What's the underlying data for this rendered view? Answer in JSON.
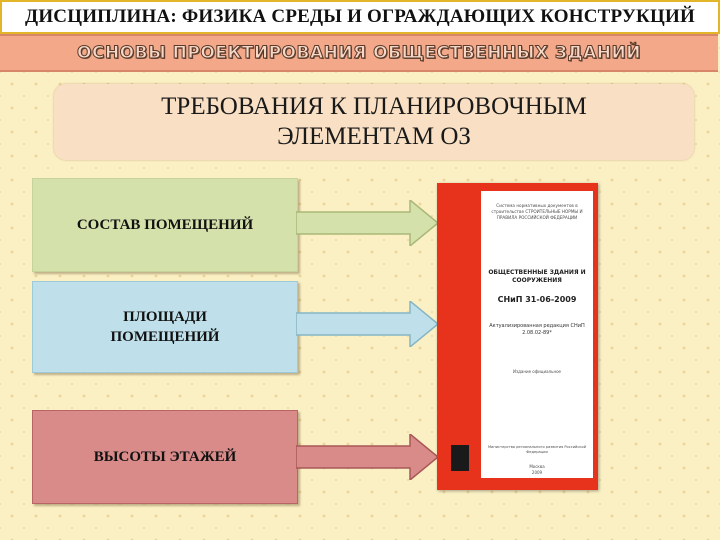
{
  "header": {
    "discipline": "ДИСЦИПЛИНА: ФИЗИКА СРЕДЫ И ОГРАЖДАЮЩИХ КОНСТРУКЦИЙ",
    "course": "ОСНОВЫ ПРОЕКТИРОВАНИЯ ОБЩЕСТВЕННЫХ ЗДАНИЙ"
  },
  "requirements": {
    "title_line1": "ТРЕБОВАНИЯ К ПЛАНИРОВОЧНЫМ",
    "title_line2": "ЭЛЕМЕНТАМ ОЗ"
  },
  "cards": [
    {
      "line1": "СОСТАВ ПОМЕЩЕНИЙ",
      "line2": ""
    },
    {
      "line1": "ПЛОЩАДИ",
      "line2": "ПОМЕЩЕНИЙ"
    },
    {
      "line1": "ВЫСОТЫ ЭТАЖЕЙ",
      "line2": ""
    }
  ],
  "colors": {
    "card1": "#d5e1ab",
    "card2": "#bfe0ea",
    "card3": "#d88b89",
    "doc_red": "#e8331c"
  },
  "document": {
    "header": "Система нормативных документов в строительстве СТРОИТЕЛЬНЫЕ НОРМЫ И ПРАВИЛА РОССИЙСКОЙ ФЕДЕРАЦИИ",
    "title": "ОБЩЕСТВЕННЫЕ ЗДАНИЯ И СООРУЖЕНИЯ",
    "code": "СНиП 31-06-2009",
    "edition": "Актуализированная редакция СНиП 2.08.02-89*",
    "official": "Издание официальное",
    "publisher": "Министерство регионального развития Российской Федерации",
    "city": "Москва",
    "year": "2009"
  }
}
